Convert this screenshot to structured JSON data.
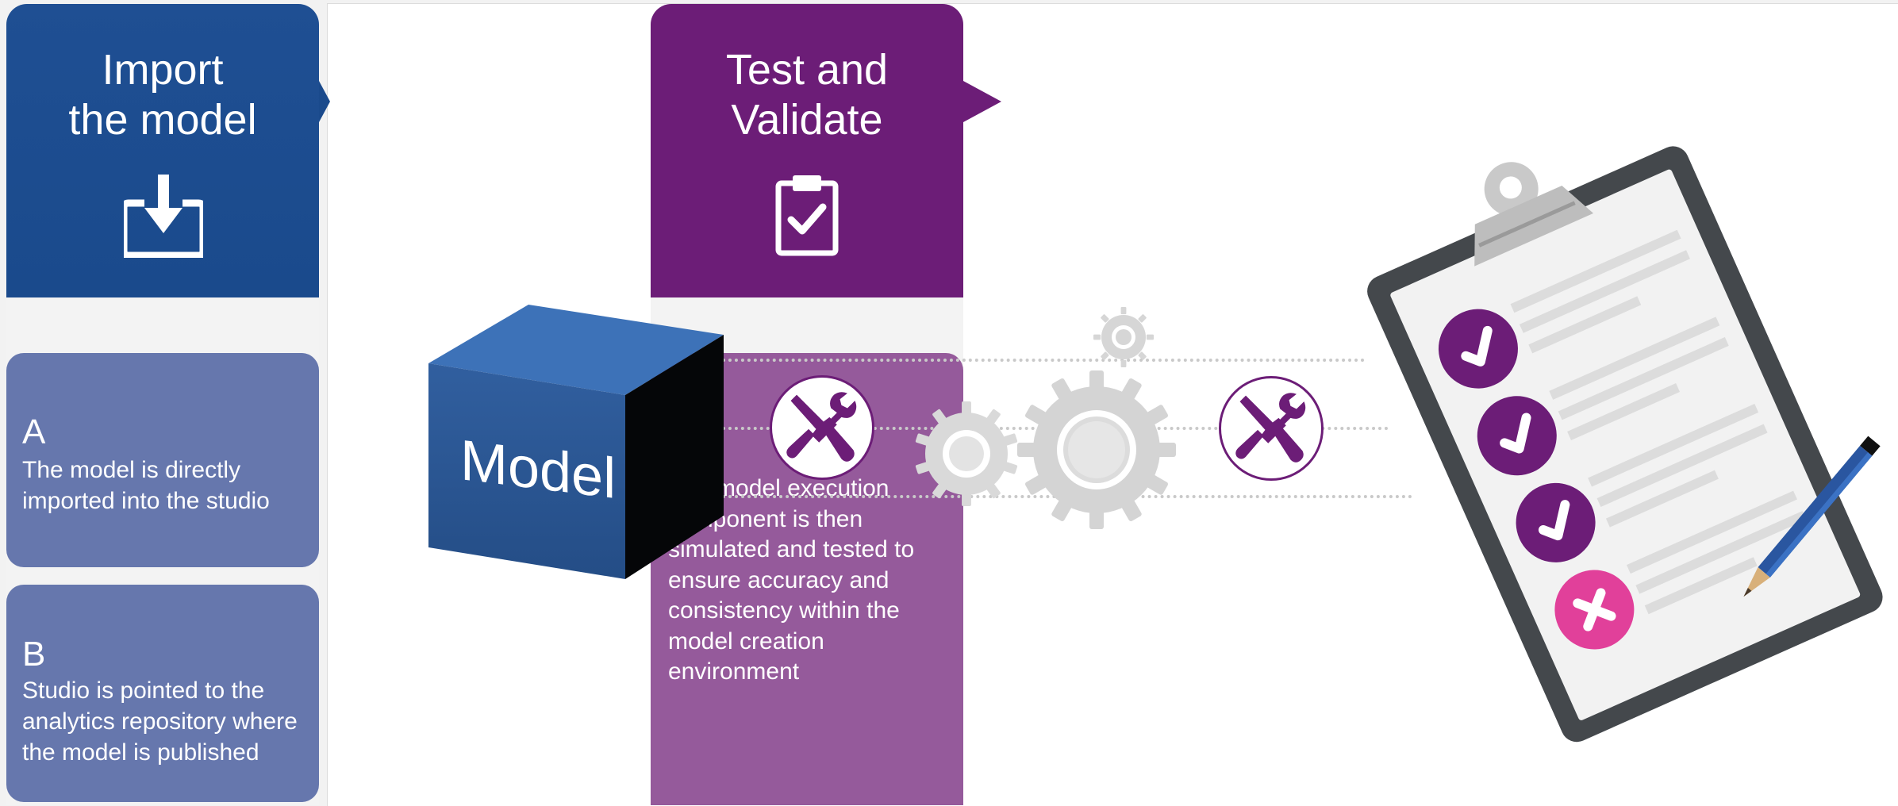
{
  "import_panel": {
    "title_line1": "Import",
    "title_line2": "the model",
    "icon": "download-tray-icon",
    "color": "#1a4a8c",
    "card_color": "#6677ad",
    "option_a": {
      "letter": "A",
      "text": "The model is directly imported into the studio"
    },
    "option_b": {
      "letter": "B",
      "text": "Studio is pointed to the analytics repository where the model is published"
    }
  },
  "test_panel": {
    "title_line1": "Test and",
    "title_line2": "Validate",
    "icon": "clipboard-check-icon",
    "color": "#6c1d77",
    "panel_color": "#955a9b",
    "description": "The model execution component is then simulated and tested to ensure accuracy and consistency within the model creation environment"
  },
  "model_cube": {
    "label": "Model",
    "color": "#3d72b8"
  },
  "checklist": {
    "icons": [
      "check-icon",
      "check-icon",
      "check-icon",
      "cross-icon"
    ],
    "check_color": "#6c1d77",
    "cross_color": "#e1409a"
  }
}
